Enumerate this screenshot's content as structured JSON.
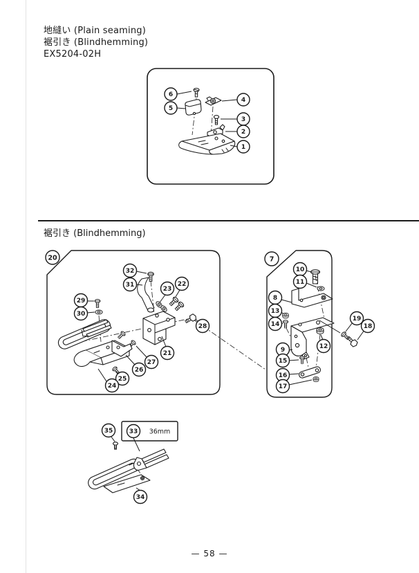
{
  "page": {
    "title_line1": "地縫い (Plain seaming)",
    "title_line2": "裾引き (Blindhemming)",
    "model": "EX5204-02H",
    "section_title": "裾引き (Blindhemming)",
    "page_number": "— 58 —",
    "ink_color": "#1a1a1a",
    "background": "#ffffff"
  },
  "plain_seaming": {
    "callouts": [
      "1",
      "2",
      "3",
      "4",
      "5",
      "6"
    ]
  },
  "blindhem_left": {
    "region": "20",
    "callouts": [
      "21",
      "22",
      "23",
      "24",
      "25",
      "26",
      "27",
      "28",
      "29",
      "30",
      "31",
      "32"
    ]
  },
  "blindhem_right": {
    "region": "7",
    "callouts": [
      "8",
      "9",
      "10",
      "11",
      "12",
      "13",
      "14",
      "15",
      "16",
      "17",
      "18",
      "19"
    ]
  },
  "foot_detail": {
    "callouts": [
      "33",
      "34",
      "35"
    ],
    "dimension": "36mm"
  }
}
